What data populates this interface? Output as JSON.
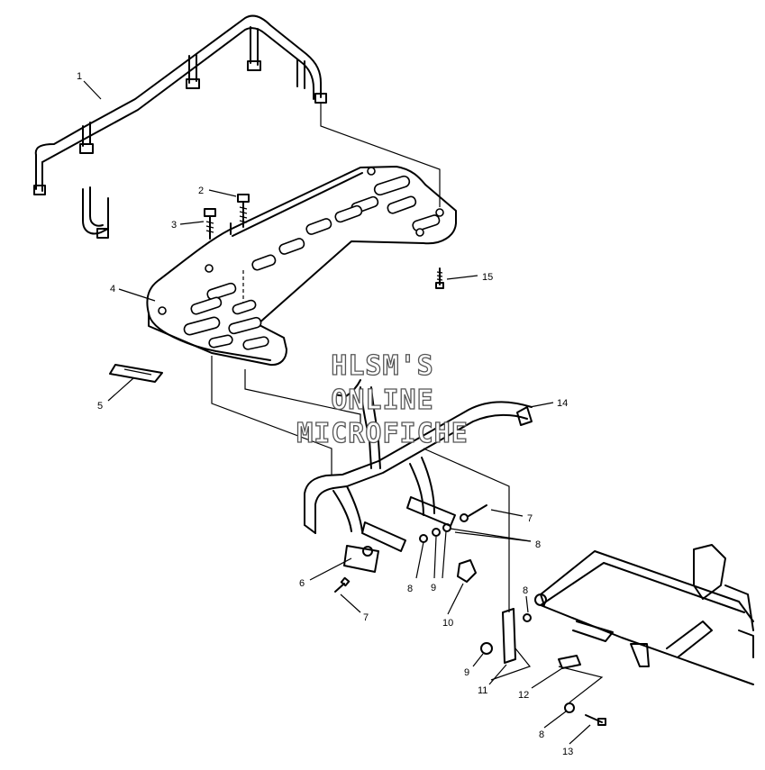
{
  "callouts": [
    "1",
    "2",
    "3",
    "4",
    "5",
    "15",
    "14",
    "7",
    "8",
    "6",
    "9",
    "10",
    "11",
    "12",
    "13"
  ],
  "callout_repeats": {
    "seven_b": "7",
    "eight_b": "8",
    "eight_c": "8",
    "eight_d": "8",
    "nine_b": "9"
  },
  "watermark": {
    "line1": "HLSM'S",
    "line2": "ONLINE",
    "line3": "MICROFICHE"
  }
}
